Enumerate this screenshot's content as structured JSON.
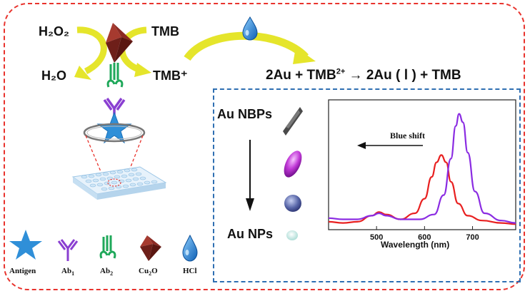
{
  "left": {
    "h2o2": "H₂O₂",
    "h2o": "H₂O",
    "tmb": "TMB",
    "tmb_plus": "TMB⁺"
  },
  "equation": {
    "left": "2Au + TMB",
    "left_sup": "2+",
    "arrow": "→",
    "right": "2Au ( Ⅰ ) + TMB"
  },
  "particles": {
    "top": "Au NBPs",
    "bottom": "Au NPs"
  },
  "legend": {
    "antigen": "Antigen",
    "ab1": "Ab",
    "ab1_sub": "1",
    "ab2": "Ab",
    "ab2_sub": "2",
    "cu2o": "Cu",
    "cu2o_sub": "2",
    "cu2o_tail": "O",
    "hcl": "HCl"
  },
  "colors": {
    "frame": "#e8332d",
    "inner_frame": "#2f6fb2",
    "arrow_yellow": "#e5e52b",
    "cu2o": "#8b2a23",
    "antigen": "#2f8fd8",
    "ab1": "#8a3fd1",
    "ab2": "#1fa85a",
    "blue_droplet": "#1b6fc2",
    "red_curve": "#e82020",
    "purple_curve": "#8a2be2"
  },
  "chart_data": {
    "type": "line",
    "xlabel": "Wavelength (nm)",
    "xlim": [
      400,
      790
    ],
    "ticks": [
      500,
      600,
      700
    ],
    "annotation": "Blue shift",
    "series": [
      {
        "color": "#e82020",
        "x": [
          400,
          430,
          460,
          490,
          505,
          520,
          550,
          580,
          600,
          615,
          625,
          635,
          645,
          655,
          670,
          690,
          720,
          760,
          790
        ],
        "y": [
          0.03,
          0.02,
          0.03,
          0.08,
          0.11,
          0.09,
          0.05,
          0.1,
          0.22,
          0.4,
          0.52,
          0.58,
          0.52,
          0.36,
          0.18,
          0.08,
          0.04,
          0.02,
          0.01
        ]
      },
      {
        "color": "#8a2be2",
        "x": [
          400,
          430,
          460,
          490,
          505,
          520,
          550,
          590,
          620,
          640,
          655,
          665,
          672,
          680,
          690,
          705,
          725,
          760,
          790
        ],
        "y": [
          0.06,
          0.05,
          0.05,
          0.08,
          0.1,
          0.08,
          0.05,
          0.05,
          0.09,
          0.25,
          0.55,
          0.82,
          0.92,
          0.85,
          0.6,
          0.28,
          0.1,
          0.04,
          0.02
        ]
      }
    ]
  }
}
